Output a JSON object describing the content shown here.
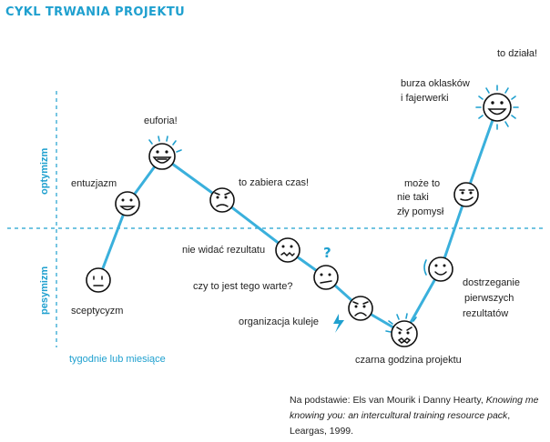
{
  "title": "CYKL TRWANIA PROJEKTU",
  "colors": {
    "accent": "#1fa0cf",
    "line": "#3ab0dc",
    "text": "#222222"
  },
  "axis": {
    "upper_label": "optymizm",
    "lower_label": "pesymizm",
    "time_label": "tygodnie lub miesiące"
  },
  "stages": [
    {
      "id": "sceptycyzm",
      "label_lines": [
        "sceptycyzm"
      ],
      "face": "neutral"
    },
    {
      "id": "entuzjazm",
      "label_lines": [
        "entuzjazm"
      ],
      "face": "smile"
    },
    {
      "id": "euforia",
      "label_lines": [
        "euforia!"
      ],
      "face": "big-smile"
    },
    {
      "id": "to-zabiera-czas",
      "label_lines": [
        "to zabiera czas!"
      ],
      "face": "worried"
    },
    {
      "id": "nie-widac-rezultatu",
      "label_lines": [
        "nie widać rezultatu"
      ],
      "face": "grimace"
    },
    {
      "id": "czy-to-jest-tego-warte",
      "label_lines": [
        "czy to jest tego warte?"
      ],
      "face": "doubt"
    },
    {
      "id": "organizacja-kuleje",
      "label_lines": [
        "organizacja kuleje"
      ],
      "face": "sad"
    },
    {
      "id": "czarna-godzina-projektu",
      "label_lines": [
        "czarna godzina projektu"
      ],
      "face": "despair"
    },
    {
      "id": "dostrzeganie-pierwszych-rezultatow",
      "label_lines": [
        "dostrzeganie",
        "pierwszych",
        "rezultatów"
      ],
      "face": "smile"
    },
    {
      "id": "moze-to-nie-taki-zly-pomysl",
      "label_lines": [
        "może to",
        "nie taki",
        "zły pomysł"
      ],
      "face": "smirk"
    },
    {
      "id": "burza-oklaskow",
      "label_lines": [
        "burza oklasków",
        "i fajerwerki"
      ],
      "face": "big-smile"
    },
    {
      "id": "to-dziala",
      "label_lines": [
        "to działa!"
      ],
      "face": "none"
    }
  ],
  "source_note": {
    "prefix": "Na podstawie: Els van Mourik i Danny Hearty, ",
    "book_title": "Knowing me knowing you: an intercultural training resource pack",
    "suffix": ", Leargas, 1999."
  }
}
